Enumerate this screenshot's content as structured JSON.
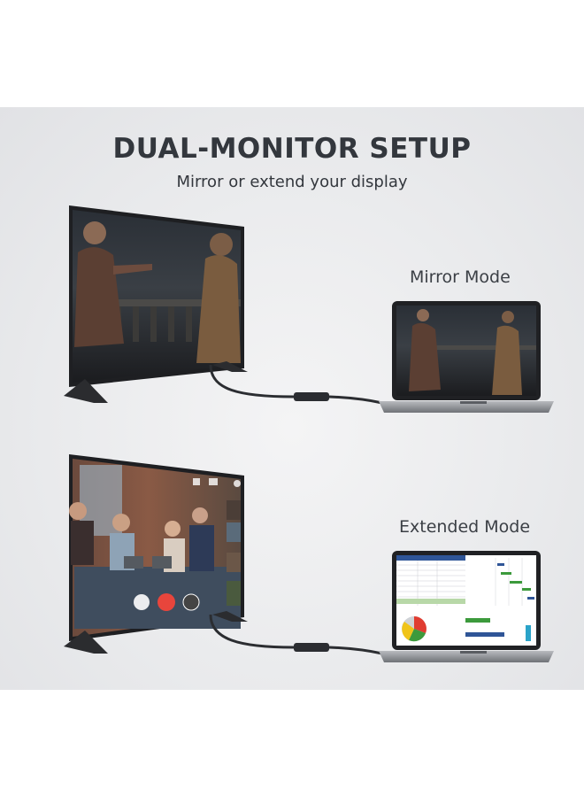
{
  "banner": {
    "title": "DUAL-MONITOR SETUP",
    "subtitle": "Mirror or extend your display"
  },
  "modes": [
    {
      "label": "Mirror Mode"
    },
    {
      "label": "Extended Mode"
    }
  ],
  "colors": {
    "background": "#e9eaec",
    "text": "#33373d",
    "device_body": "#8d9096",
    "cable": "#2b2d31",
    "call_end": "#e8453c"
  }
}
